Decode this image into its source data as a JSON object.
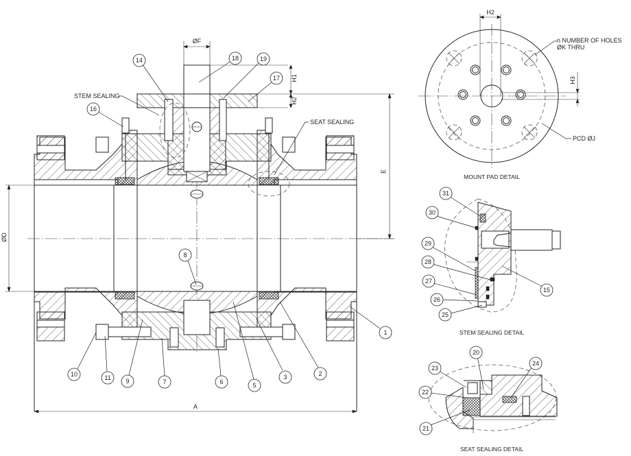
{
  "drawing": {
    "main_view": {
      "callouts": [
        "STEM SEALING",
        "SEAT SEALING"
      ],
      "dimensions": {
        "stem_dia": "ØF",
        "h1": "H1",
        "h2": "H2",
        "bore": "ØD",
        "height": "E",
        "length": "A"
      },
      "balloons": [
        "1",
        "2",
        "3",
        "5",
        "6",
        "7",
        "8",
        "9",
        "10",
        "11",
        "14",
        "16",
        "17",
        "18",
        "19"
      ]
    },
    "mount_pad": {
      "title": "MOUNT PAD DETAIL",
      "dim_h2": "H2",
      "dim_h3": "H3",
      "note_holes_line1": "n NUMBER OF HOLES",
      "note_holes_line2": "ØK THRU",
      "note_pcd": "PCD ØJ"
    },
    "stem_detail": {
      "title": "STEM SEALING DETAIL",
      "balloons": [
        "31",
        "30",
        "29",
        "28",
        "27",
        "26",
        "25",
        "15"
      ]
    },
    "seat_detail": {
      "title": "SEAT SEALING DETAIL",
      "balloons": [
        "20",
        "23",
        "24",
        "22",
        "21"
      ]
    }
  }
}
